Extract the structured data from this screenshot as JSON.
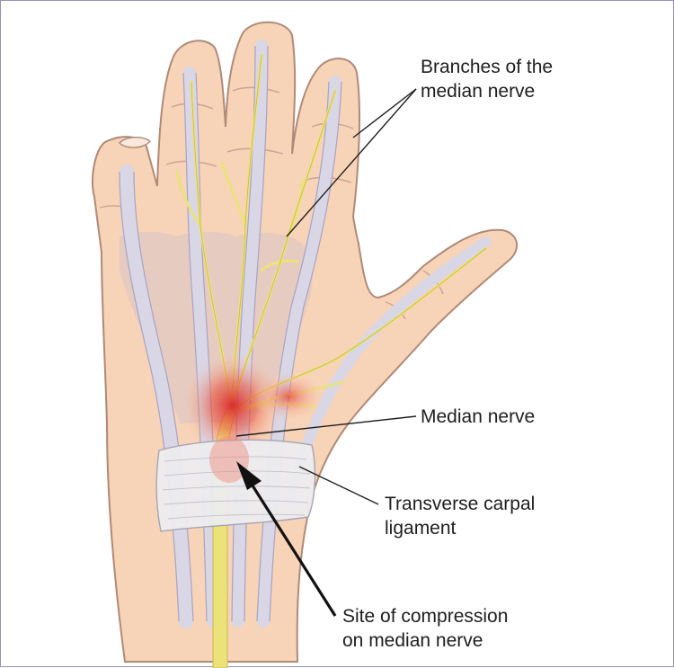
{
  "labels": {
    "branches": {
      "line1": "Branches of the",
      "line2": "median nerve"
    },
    "median_nerve": "Median nerve",
    "ligament": {
      "line1": "Transverse carpal",
      "line2": "ligament"
    },
    "compression": {
      "line1": "Site of compression",
      "line2": "on median nerve"
    }
  },
  "colors": {
    "skin": "#f7d3b8",
    "skin_outline": "#b08a78",
    "tendon": "#d9d6e6",
    "nerve": "#ece27a",
    "ligament": "#ececee",
    "inflammation": "#d8262a"
  }
}
